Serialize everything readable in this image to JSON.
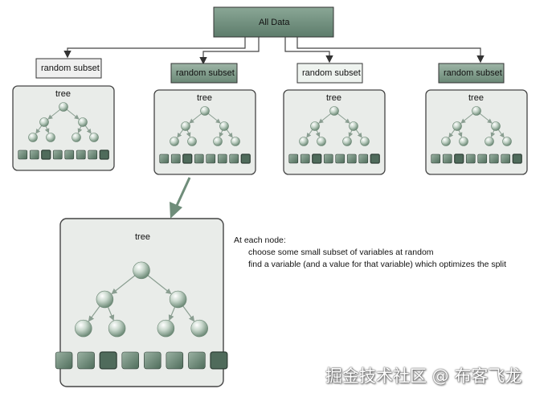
{
  "root": {
    "label": "All Data"
  },
  "subset_label": "random subset",
  "tree_label": "tree",
  "note": {
    "heading": "At each node:",
    "lines": [
      "choose some small subset of variables at random",
      "find a variable (and a value for that variable) which optimizes the split"
    ]
  },
  "watermark": "掘金技术社区 @ 布客飞龙",
  "colors": {
    "panel_fill": "#e9ece9",
    "panel_border": "#4a4a4a",
    "root_fill": "#6f8f7e",
    "subset_fill_light": "#eeeeee",
    "subset_fill_dark": "#7e9a88",
    "node_fill": "#b7c9bd",
    "leaf_square": "#6e8a78",
    "arrow": "#7f9b88",
    "connector": "#444444"
  }
}
